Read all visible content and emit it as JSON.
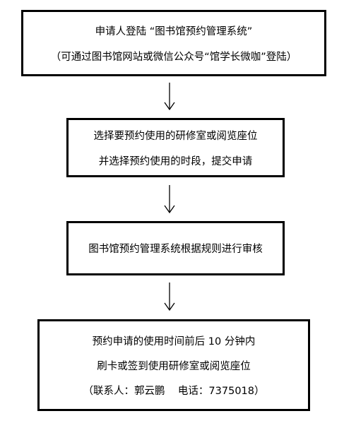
{
  "steps": [
    {
      "lines": [
        "申请人登陆 “图书馆预约管理系统”",
        "（可通过图书馆网站或微信公众号“馆学长微咖”登陆）"
      ]
    },
    {
      "lines": [
        "选择要预约使用的研修室或阅览座位",
        "并选择预约使用的时段，提交申请"
      ]
    },
    {
      "lines": [
        "图书馆预约管理系统根据规则进行审核"
      ]
    },
    {
      "lines": [
        "预约申请的使用时间前后 10 分钟内",
        "刷卡或签到使用研修室或阅览座位",
        "（联系人：郭云鹏    电话：7375018）"
      ]
    }
  ]
}
